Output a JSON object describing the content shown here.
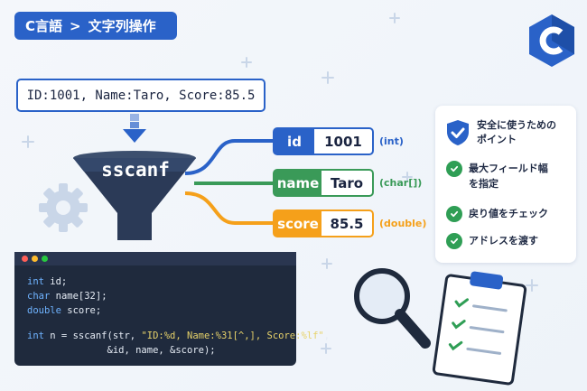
{
  "breadcrumb": {
    "section": "C言語",
    "separator": ">",
    "page": "文字列操作"
  },
  "input_string": "ID:1001, Name:Taro, Score:85.5",
  "function_name": "sscanf",
  "fields": [
    {
      "key": "id",
      "value": "1001",
      "type": "(int)",
      "color": "#2a62c8"
    },
    {
      "key": "name",
      "value": "Taro",
      "type": "(char[])",
      "color": "#3a9a58"
    },
    {
      "key": "score",
      "value": "85.5",
      "type": "(double)",
      "color": "#f5a01a"
    }
  ],
  "points": {
    "title_line1": "安全に使うための",
    "title_line2": "ポイント",
    "items": [
      {
        "line1": "最大フィールド幅",
        "line2": "を指定"
      },
      {
        "line1": "戻り値をチェック",
        "line2": ""
      },
      {
        "line1": "アドレスを渡す",
        "line2": ""
      }
    ]
  },
  "code": {
    "line1_kw": "int",
    "line1_rest": " id;",
    "line2_kw": "char",
    "line2_rest": " name[32];",
    "line3_kw": "double",
    "line3_rest": " score;",
    "line4_kw": "int",
    "line4_mid": " n = sscanf(str, ",
    "line4_str": "\"ID:%d, Name:%31[^,], Score:%lf\"",
    "line4_end": ",",
    "line5": "              &id, name, &score);"
  },
  "logo_letter": "C",
  "colors": {
    "primary": "#2a62c8",
    "green": "#3a9a58",
    "orange": "#f5a01a",
    "dark": "#1f2a3d"
  }
}
